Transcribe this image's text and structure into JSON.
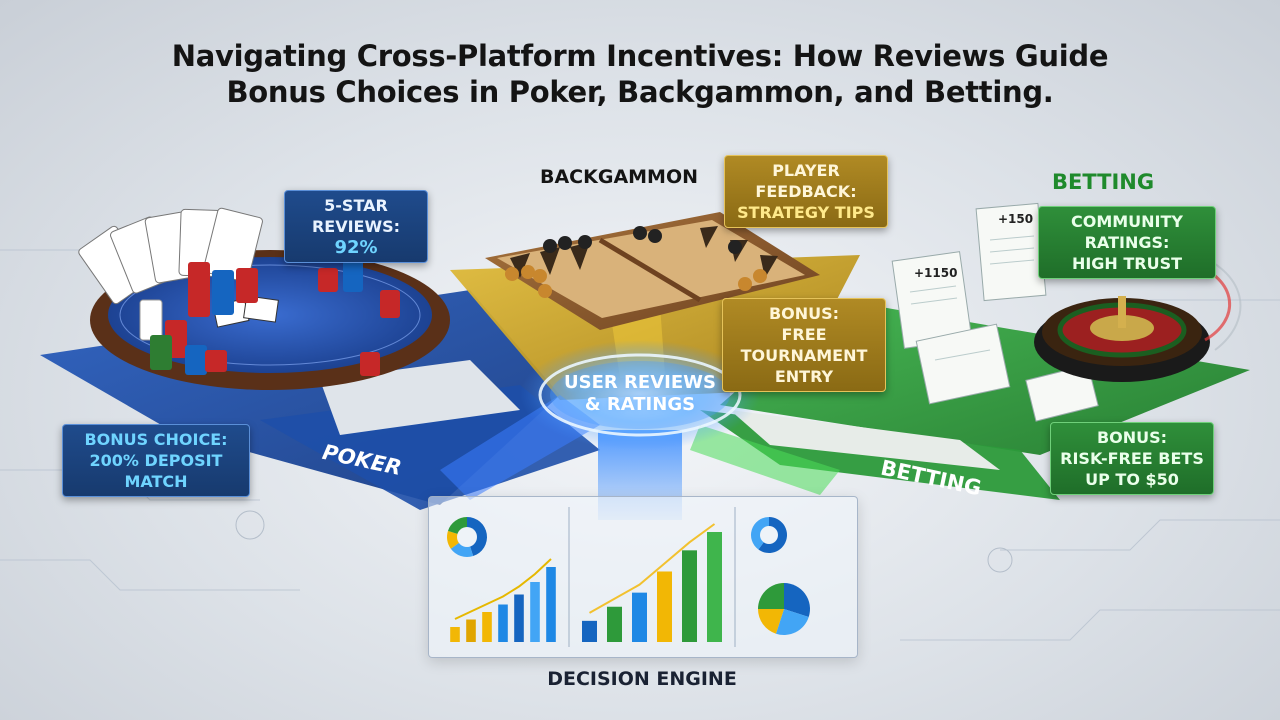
{
  "title": {
    "line1": "Navigating Cross-Platform Incentives: How Reviews Guide",
    "line2": "Bonus Choices in Poker, Backgammon, and Betting."
  },
  "platforms": {
    "poker": {
      "label": "POKER",
      "reviews_line1": "5-STAR REVIEWS:",
      "reviews_line2": "92%",
      "bonus_line1": "BONUS CHOICE:",
      "bonus_line2": "200% DEPOSIT MATCH"
    },
    "backgammon": {
      "label": "BACKGAMMON",
      "feedback_line1": "PLAYER FEEDBACK:",
      "feedback_line2": "STRATEGY TIPS",
      "bonus_line1": "BONUS:",
      "bonus_line2": "FREE TOURNAMENT",
      "bonus_line3": "ENTRY"
    },
    "betting": {
      "label": "BETTING",
      "floor_label": "BETTING",
      "ratings_line1": "COMMUNITY RATINGS:",
      "ratings_line2": "HIGH TRUST",
      "bonus_line1": "BONUS:",
      "bonus_line2": "RISK-FREE BETS",
      "bonus_line3": "UP TO $50",
      "odds_a": "+150",
      "odds_b": "+1150"
    }
  },
  "hub": {
    "line1": "USER REVIEWS",
    "line2": "& RATINGS"
  },
  "engine": {
    "label": "DECISION ENGINE"
  },
  "colors": {
    "poker_blue": "#1c4fa8",
    "backgammon_gold": "#c9a22a",
    "betting_green": "#2c9a3a",
    "hub_glow": "#5fb0ff"
  },
  "chart_data": [
    {
      "type": "pie",
      "values": [
        45,
        20,
        15,
        20
      ]
    },
    {
      "type": "bar",
      "values": [
        12,
        18,
        24,
        30,
        38,
        48,
        60
      ]
    },
    {
      "type": "bar",
      "values": [
        15,
        25,
        35,
        50,
        65,
        78
      ]
    },
    {
      "type": "pie",
      "values": [
        60,
        40
      ]
    },
    {
      "type": "pie",
      "values": [
        30,
        25,
        20,
        25
      ]
    }
  ]
}
